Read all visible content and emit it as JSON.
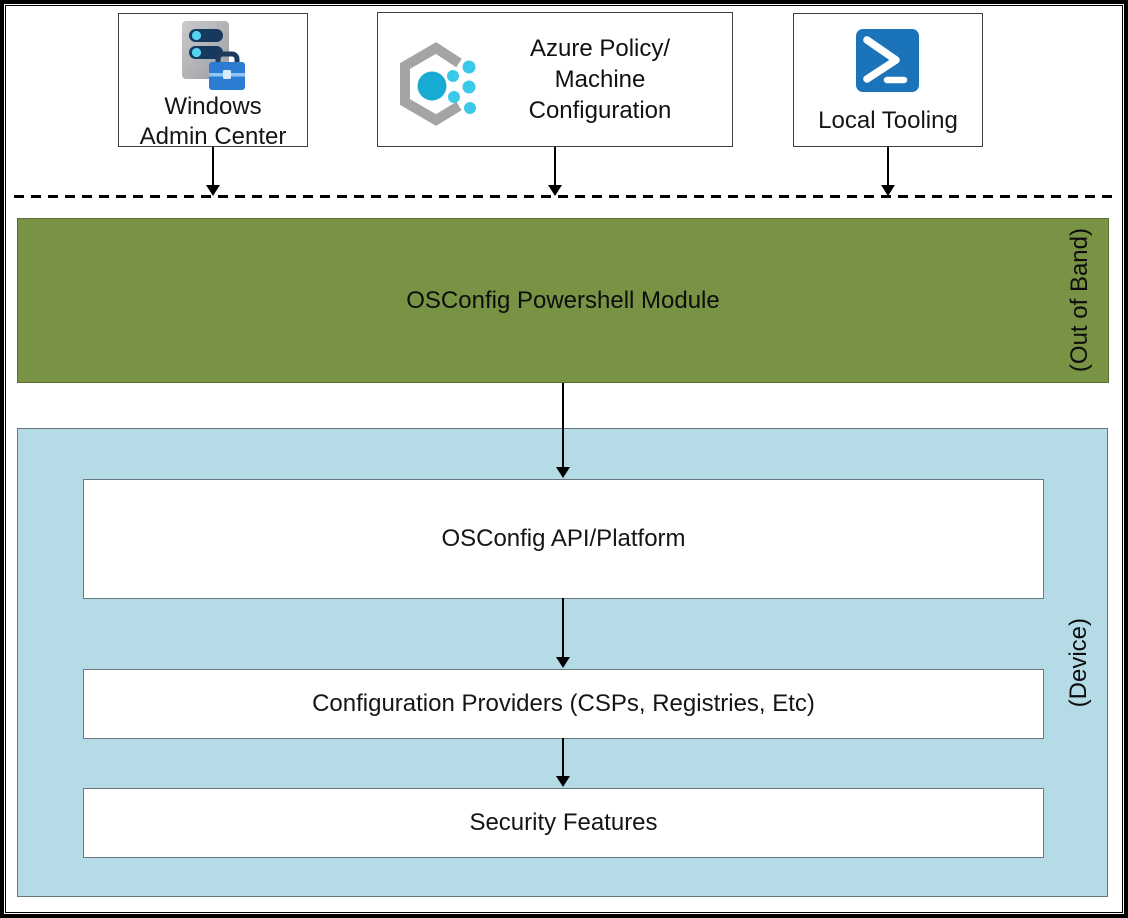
{
  "top_row": {
    "windows_admin_center": {
      "line1": "Windows",
      "line2": "Admin Center"
    },
    "azure_policy": {
      "line1": "Azure Policy/",
      "line2": "Machine",
      "line3": "Configuration"
    },
    "local_tooling": {
      "label": "Local Tooling"
    }
  },
  "out_of_band": {
    "module_label": "OSConfig Powershell Module",
    "side_label": "(Out of Band)"
  },
  "device": {
    "side_label": "(Device)",
    "api_platform": "OSConfig API/Platform",
    "config_providers": "Configuration Providers (CSPs, Registries, Etc)",
    "security_features": "Security Features"
  },
  "icons": {
    "windows_admin_center": "server-with-toolbox-icon",
    "azure_policy": "machine-configuration-hexagon-icon",
    "local_tooling": "powershell-prompt-icon"
  },
  "colors": {
    "out_of_band_green": "#789343",
    "device_blue": "#B5DBE7",
    "powershell_blue": "#1B74BA",
    "server_gray": "#B0B1B4",
    "bar_navy": "#16395E",
    "dot_cyan": "#53D4F0",
    "hexagon_gray": "#A3A4A6",
    "teal_circle": "#17AAD3",
    "small_dot_cyan": "#3BC9EA",
    "toolbox_blue": "#2B7CD2",
    "arrow_black": "#000000"
  }
}
